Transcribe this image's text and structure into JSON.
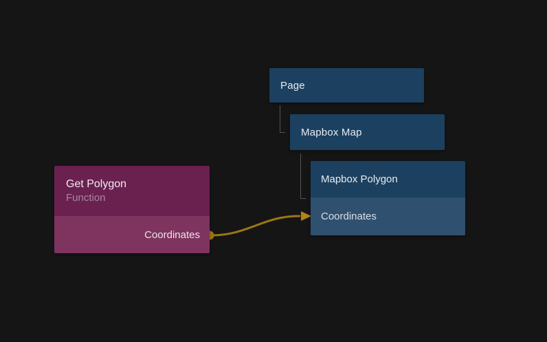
{
  "colors": {
    "background": "#151515",
    "node-blue": "#1c4060",
    "node-blue-row": "#30506f",
    "node-purple-header": "#6a2150",
    "node-purple-body": "#7e345f",
    "subtitle-mauve": "#aa86a0",
    "tree-line": "#55555a",
    "wire-gold": "#9c7711",
    "wire-arrow": "#b08418",
    "label-light": "#e7ecf1",
    "label-dim": "#d9dfe7"
  },
  "tree": {
    "page": {
      "label": "Page"
    },
    "mapbox_map": {
      "label": "Mapbox Map"
    },
    "mapbox_polygon": {
      "label": "Mapbox Polygon",
      "input": {
        "label": "Coordinates"
      }
    }
  },
  "function_node": {
    "title": "Get Polygon",
    "subtitle": "Function",
    "output": {
      "label": "Coordinates"
    }
  },
  "connection": {
    "from": "Get Polygon / Coordinates",
    "to": "Mapbox Polygon / Coordinates"
  }
}
